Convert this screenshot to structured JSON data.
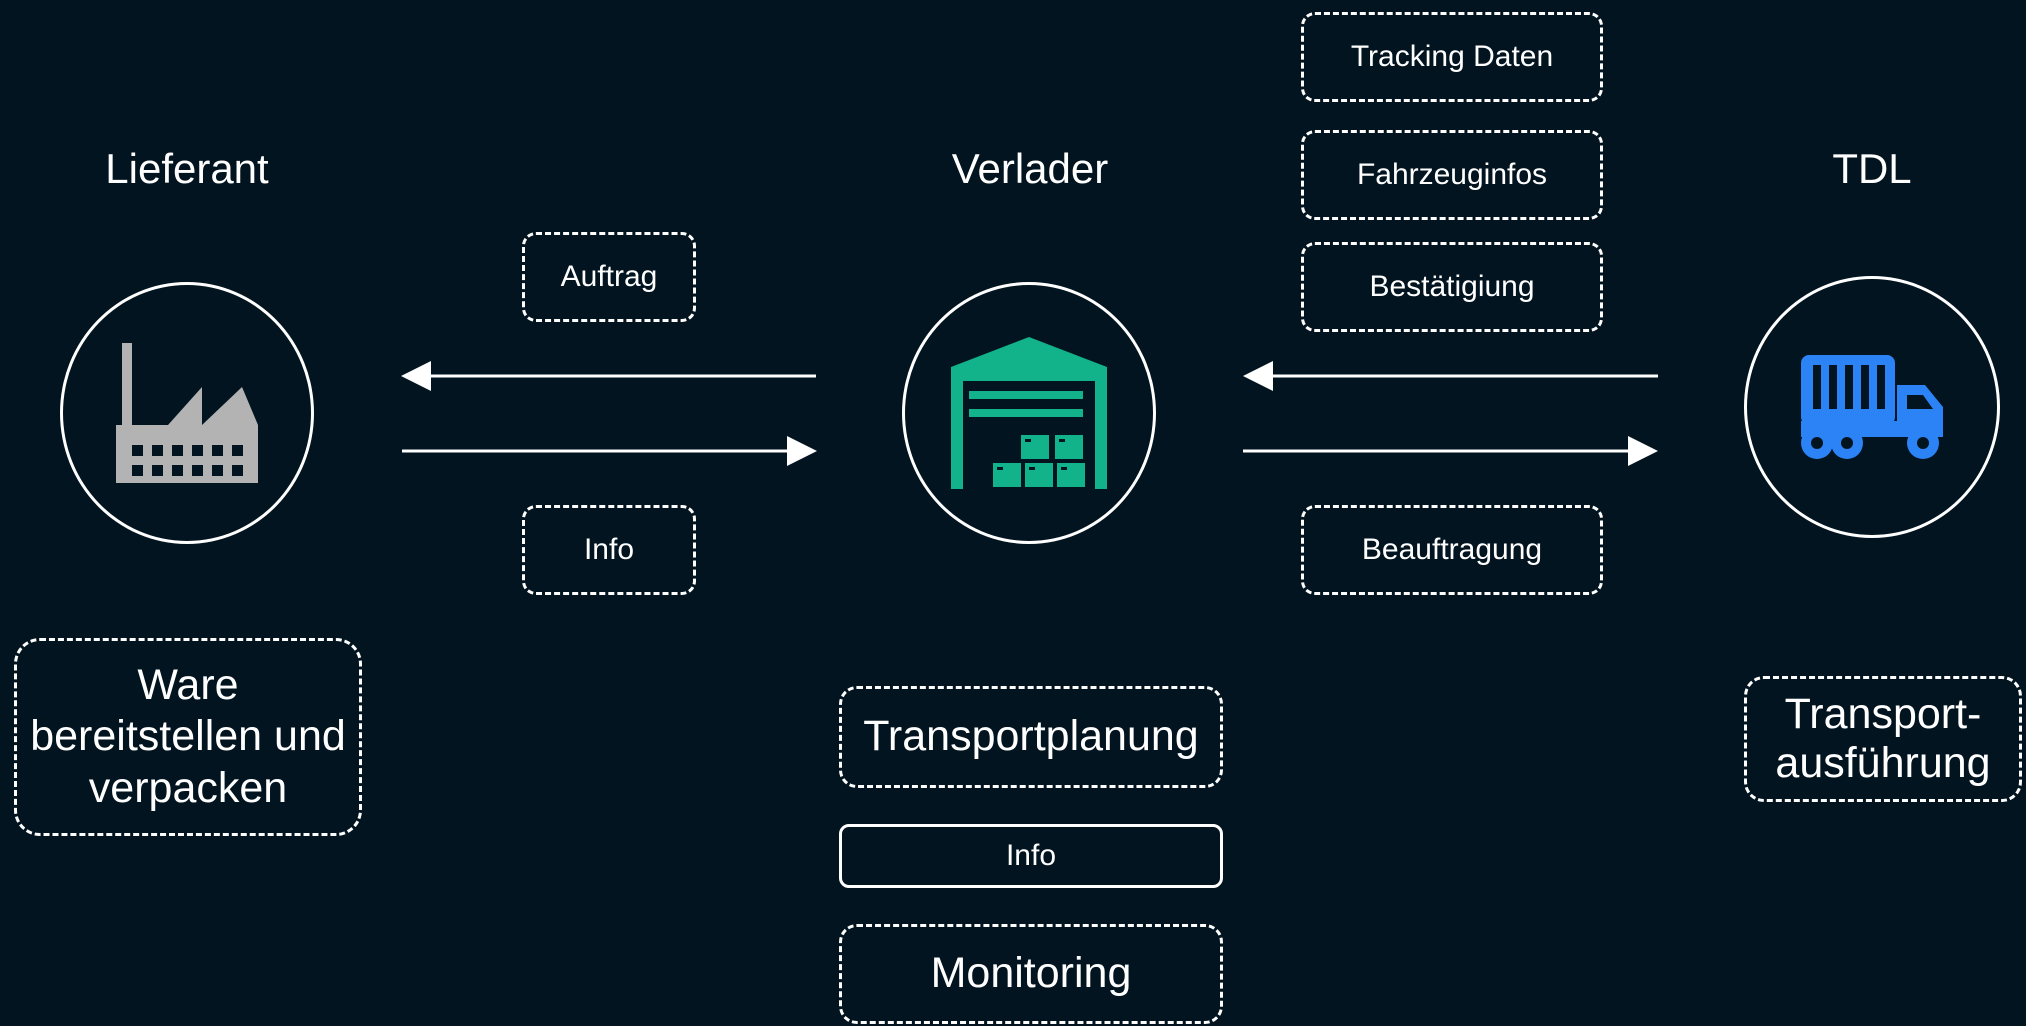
{
  "actors": {
    "supplier": {
      "title": "Lieferant",
      "icon": "factory-icon",
      "color": "#b3b3b3"
    },
    "shipper": {
      "title": "Verlader",
      "icon": "warehouse-icon",
      "color": "#12b38a"
    },
    "carrier": {
      "title": "TDL",
      "icon": "truck-icon",
      "color": "#2b83f6"
    }
  },
  "flows": {
    "order": "Auftrag",
    "info_left": "Info",
    "tracking": "Tracking Daten",
    "vehicle_info": "Fahrzeuginfos",
    "confirmation": "Bestätigiung",
    "assignment": "Beauftragung"
  },
  "tasks": {
    "supplier": "Ware bereitstellen und verpacken",
    "planning": "Transportplanung",
    "info_center": "Info",
    "monitoring": "Monitoring",
    "carrier": "Transport- ausführung"
  }
}
